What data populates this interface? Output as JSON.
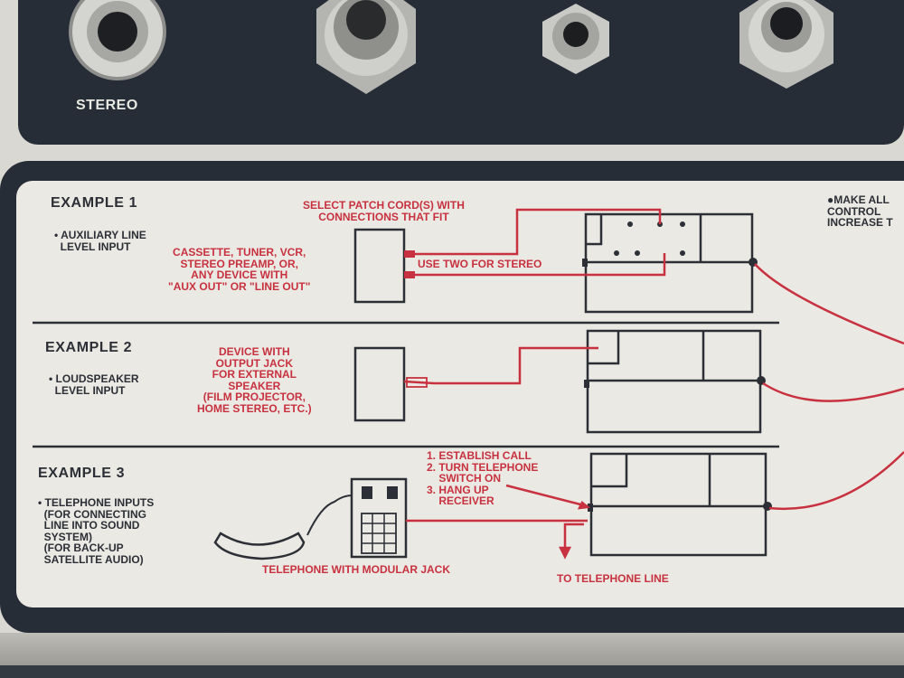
{
  "top": {
    "stereo_label": "STEREO"
  },
  "example1": {
    "heading": "EXAMPLE 1",
    "bullet": "• AUXILIARY LINE\n  LEVEL INPUT",
    "patch_note": "SELECT PATCH CORD(S) WITH\nCONNECTIONS THAT FIT",
    "devices": "CASSETTE, TUNER, VCR,\nSTEREO PREAMP, OR,\nANY DEVICE WITH\n\"AUX OUT\" OR \"LINE OUT\"",
    "stereo_note": "USE TWO FOR STEREO"
  },
  "example2": {
    "heading": "EXAMPLE 2",
    "bullet": "• LOUDSPEAKER\n  LEVEL INPUT",
    "device": "DEVICE WITH\nOUTPUT JACK\nFOR EXTERNAL\nSPEAKER\n(FILM PROJECTOR,\nHOME STEREO, ETC.)"
  },
  "example3": {
    "heading": "EXAMPLE 3",
    "bullet": "• TELEPHONE INPUTS\n  (FOR CONNECTING\n  LINE INTO SOUND\n  SYSTEM)\n  (FOR BACK-UP\n  SATELLITE AUDIO)",
    "steps": "1. ESTABLISH CALL\n2. TURN TELEPHONE\n    SWITCH ON\n3. HANG UP\n    RECEIVER",
    "telephone_label": "TELEPHONE WITH MODULAR JACK",
    "line_label": "TO TELEPHONE LINE"
  },
  "side_note": "●MAKE ALL\nCONTROL\nINCREASE T",
  "colors": {
    "panel": "#262d36",
    "card": "#eae9e3",
    "red": "#c8313f",
    "ink": "#2c2f36"
  }
}
